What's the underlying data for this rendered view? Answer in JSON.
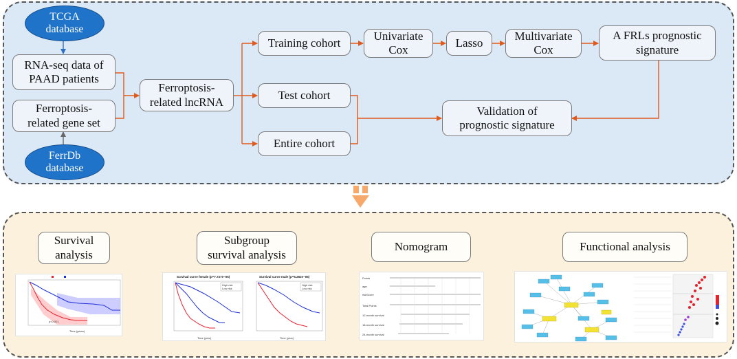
{
  "workflow": {
    "tcga": "TCGA\ndatabase",
    "ferrdb": "FerrDb\ndatabase",
    "rnaseq": "RNA-seq data of\nPAAD patients",
    "geneset": "Ferroptosis-\nrelated gene set",
    "lncrna": "Ferroptosis-\nrelated lncRNA",
    "training": "Training  cohort",
    "test": "Test cohort",
    "entire": "Entire cohort",
    "univariate": "Univariate\nCox",
    "lasso": "Lasso",
    "multivariate": "Multivariate\nCox",
    "signature": "A FRLs prognostic\nsignature",
    "validation": "Validation of\nprognostic signature"
  },
  "analyses": {
    "survival": "Survival\nanalysis",
    "subgroup": "Subgroup\nsurvival analysis",
    "nomogram": "Nomogram",
    "functional": "Functional analysis"
  },
  "thumbnails": {
    "subgroup_female_title": "Survival curve female (p=7.727e−05)",
    "subgroup_male_title": "Survival curve male (p=5.262e−05)",
    "legend_high": "High risk",
    "legend_low": "Low risk",
    "nomogram_rows": [
      "Points",
      "age",
      "riskScore",
      "Total Points",
      "12-month survival",
      "18-month survival",
      "24-month survival"
    ]
  },
  "colors": {
    "arrow": "#e05a1b",
    "panel_top": "#dbe9f6",
    "panel_bottom": "#fbf1dc",
    "ellipse": "#1f73c9",
    "high_risk": "#e8202a",
    "low_risk": "#1d2fd8",
    "big_arrow": "#f6a96a"
  }
}
